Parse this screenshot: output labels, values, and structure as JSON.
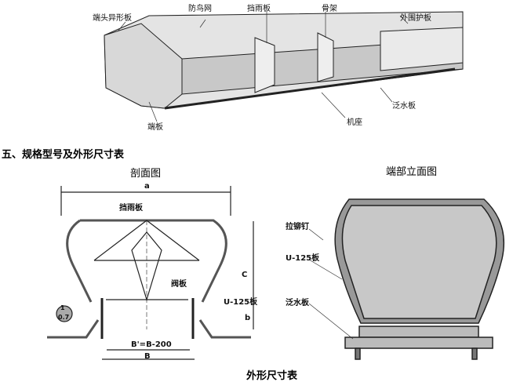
{
  "perspective_labels": {
    "end_plate_special": "端头异形板",
    "bird_net": "防鸟网",
    "rain_plate": "挡雨板",
    "frame": "骨架",
    "outer_plate": "外围护板",
    "flashing": "泛水板",
    "base": "机座",
    "end_plate": "端板"
  },
  "section_title": "五、规格型号及外形尺寸表",
  "section_view": {
    "title": "剖面图",
    "dim_a": "a",
    "rain_plate": "挡雨板",
    "damper": "阀板",
    "dim_c": "C",
    "u_plate": "U-125板",
    "dim_b_small": "b",
    "dim_b_prime": "B'=B-200",
    "dim_b": "B",
    "slope_top": "1",
    "slope_bottom": "0.7"
  },
  "end_view": {
    "title": "端部立面图",
    "rivet": "拉铆钉",
    "u_plate": "U-125板",
    "flashing": "泛水板"
  },
  "caption": "外形尺寸表"
}
